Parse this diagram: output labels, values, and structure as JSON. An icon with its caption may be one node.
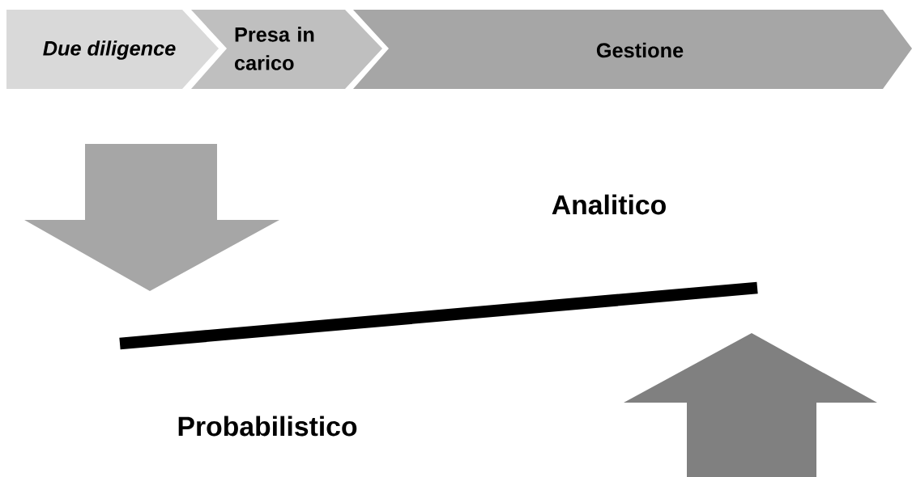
{
  "diagram": {
    "nodes": [
      {
        "text": [
          "Due diligence"
        ]
      },
      {
        "text": [
          "Presa in carico"
        ]
      },
      {
        "text": [
          "Gestione"
        ]
      }
    ],
    "labels": [
      "Analitico",
      "Probabilistico"
    ]
  }
}
